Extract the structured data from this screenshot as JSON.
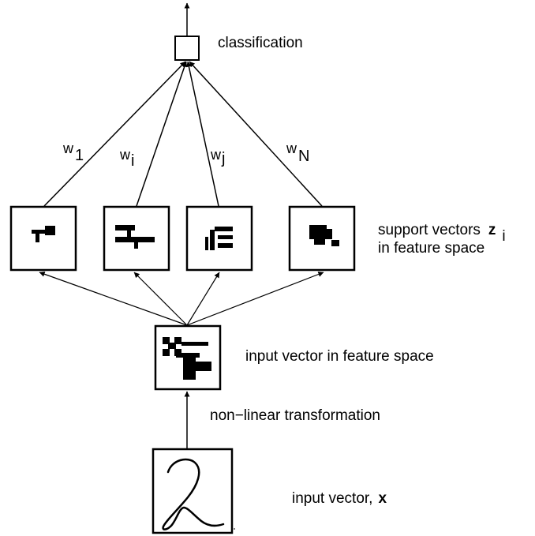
{
  "labels": {
    "classification": "classification",
    "support_vectors": "support vectors",
    "support_vectors_symbol": "z",
    "support_vectors_subscript": "i",
    "support_vectors_line2": "in feature space",
    "input_feature": "input vector in feature space",
    "transformation": "non−linear transformation",
    "input_vector": "input vector,",
    "input_vector_symbol": "x"
  },
  "weights": [
    {
      "base": "w",
      "sub": "1"
    },
    {
      "base": "w",
      "sub": "i"
    },
    {
      "base": "w",
      "sub": "j"
    },
    {
      "base": "w",
      "sub": "N"
    }
  ],
  "colors": {
    "stroke": "#000000",
    "fill": "#000000",
    "background": "#ffffff"
  }
}
